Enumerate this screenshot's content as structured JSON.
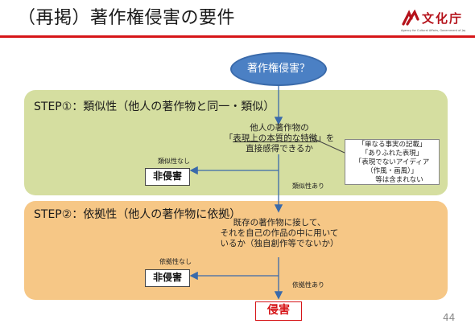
{
  "header": {
    "title": "（再掲）著作権侵害の要件",
    "logo_glyphs": "文化庁",
    "logo_sub": "Agency for Cultural Affairs, Government of Japan"
  },
  "flow": {
    "start": "著作権侵害？",
    "step1": {
      "label": "STEP①：類似性（他人の著作物と同一・類似）",
      "question": {
        "line1": "他人の著作物の",
        "line2_pre": "「",
        "line2_ul": "表現上の本質的な特徴",
        "line2_post": "」を",
        "line3": "直接感得できるか"
      },
      "no_label": "類似性なし",
      "no_result": "非侵害",
      "yes_label": "類似性あり",
      "note": [
        "「単なる事実の記載」",
        "「ありふれた表現」",
        "「表現でないアイディア",
        "（作風・画風）」",
        "等は含まれない"
      ]
    },
    "step2": {
      "label": "STEP②：依拠性（他人の著作物に依拠）",
      "question": {
        "line1": "既存の著作物に接して、",
        "line2": "それを自己の作品の中に用いて",
        "line3": "いるか（独自創作等でないか）"
      },
      "no_label": "依拠性なし",
      "no_result": "非侵害",
      "yes_label": "依拠性あり"
    },
    "result": "侵害"
  },
  "page_number": "44"
}
